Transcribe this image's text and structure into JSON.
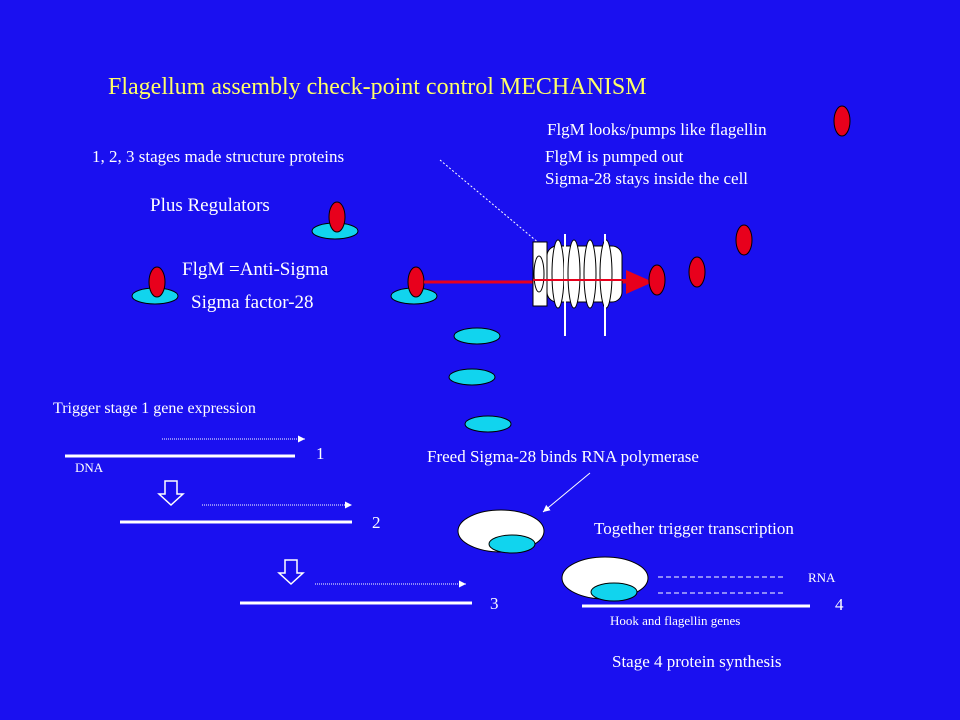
{
  "title": "Flagellum assembly check-point control MECHANISM",
  "labels": {
    "flgm_looks": "FlgM looks/pumps like flagellin",
    "stages_made": "1, 2, 3  stages made structure proteins",
    "flgm_pumped": "FlgM is pumped out",
    "sigma_stays": "Sigma-28 stays inside the cell",
    "plus_regulators": "Plus Regulators",
    "flgm_anti": "FlgM =Anti-Sigma",
    "sigma_factor": "Sigma factor-28",
    "trigger_stage1": "Trigger stage 1 gene expression",
    "dna": "DNA",
    "stage1": "1",
    "stage2": "2",
    "stage3": "3",
    "stage4": "4",
    "freed_sigma": "Freed Sigma-28 binds RNA polymerase",
    "together_trigger": "Together trigger transcription",
    "rna": "RNA",
    "hook_genes": "Hook and flagellin genes",
    "stage4_synthesis": "Stage 4 protein synthesis"
  },
  "colors": {
    "background": "#1a10f0",
    "title": "#ffff66",
    "flgm": "#e8001c",
    "sigma": "#11d4ee",
    "arrow": "#e8001c",
    "text": "#ffffff"
  }
}
